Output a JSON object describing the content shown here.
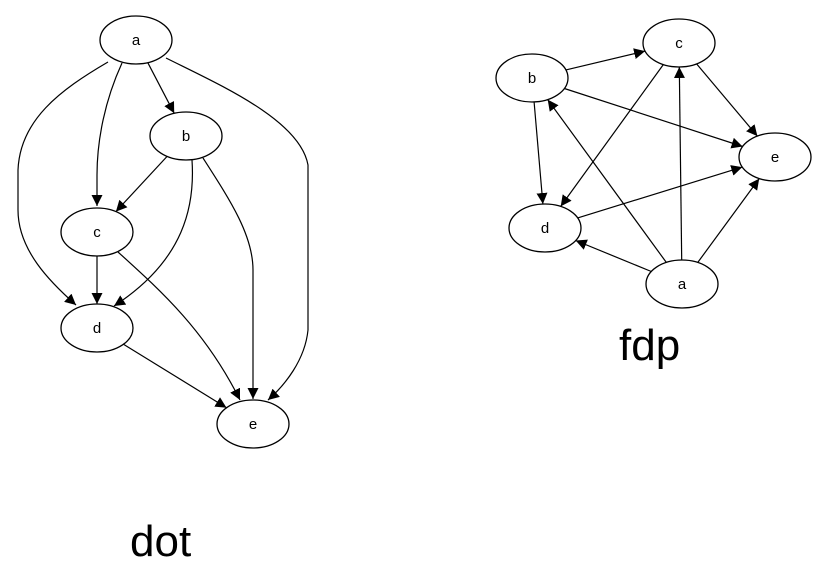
{
  "graphs": [
    {
      "caption": "dot",
      "nodes": [
        "a",
        "b",
        "c",
        "d",
        "e"
      ],
      "edges": [
        [
          "a",
          "b"
        ],
        [
          "a",
          "c"
        ],
        [
          "a",
          "d"
        ],
        [
          "a",
          "e"
        ],
        [
          "b",
          "c"
        ],
        [
          "b",
          "d"
        ],
        [
          "b",
          "e"
        ],
        [
          "c",
          "d"
        ],
        [
          "c",
          "e"
        ],
        [
          "d",
          "e"
        ]
      ]
    },
    {
      "caption": "fdp",
      "nodes": [
        "a",
        "b",
        "c",
        "d",
        "e"
      ],
      "edges": [
        [
          "a",
          "b"
        ],
        [
          "a",
          "c"
        ],
        [
          "a",
          "d"
        ],
        [
          "a",
          "e"
        ],
        [
          "b",
          "c"
        ],
        [
          "b",
          "d"
        ],
        [
          "b",
          "e"
        ],
        [
          "c",
          "d"
        ],
        [
          "c",
          "e"
        ],
        [
          "d",
          "e"
        ]
      ]
    }
  ],
  "colors": {
    "background": "#ffffff",
    "stroke": "#000000",
    "text": "#000000"
  }
}
